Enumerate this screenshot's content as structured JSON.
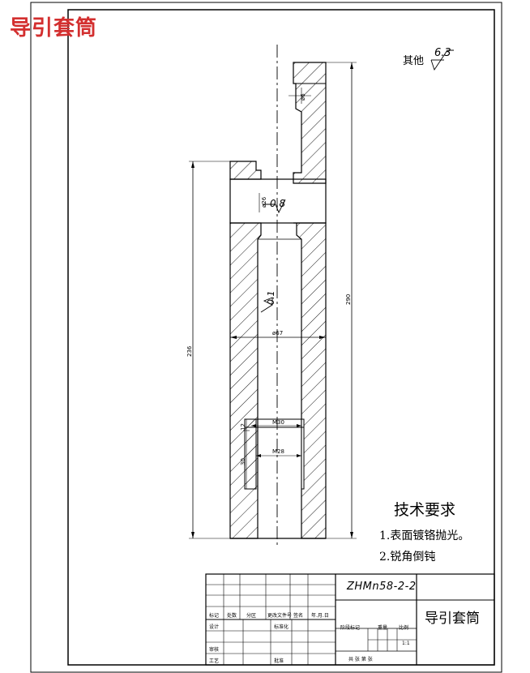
{
  "watermark_title": "导引套筒",
  "surface_note": {
    "label": "其他",
    "roughness": "6.3"
  },
  "roughness_marks": [
    "0.8",
    "0.1"
  ],
  "dimensions": {
    "overall_height": "236",
    "right_height": "290",
    "bore_diameter": "ø26",
    "outer_diameter": "ø67",
    "top_bore": "ø6",
    "inner_ring_top": "M30",
    "inner_ring_bottom": "M28",
    "ring_height_small": "12",
    "ring_height_large": "30"
  },
  "tech_requirements": {
    "title": "技术要求",
    "items": [
      "1.表面镀铬抛光。",
      "2.锐角倒钝"
    ]
  },
  "title_block": {
    "drawing_code": "ZHMn58-2-2",
    "part_name": "导引套筒",
    "row_labels": [
      "标记",
      "处数",
      "分区",
      "更改文件号",
      "签名",
      "年.月.日"
    ],
    "designer": "设计",
    "standardization": "标准化",
    "stage_mark": "阶段标记",
    "weight": "重量",
    "ratio": "比例",
    "ratio_value": "1:1",
    "checker": "审核",
    "process": "工艺",
    "approve": "批准",
    "sheets": "共  张  第  张"
  }
}
